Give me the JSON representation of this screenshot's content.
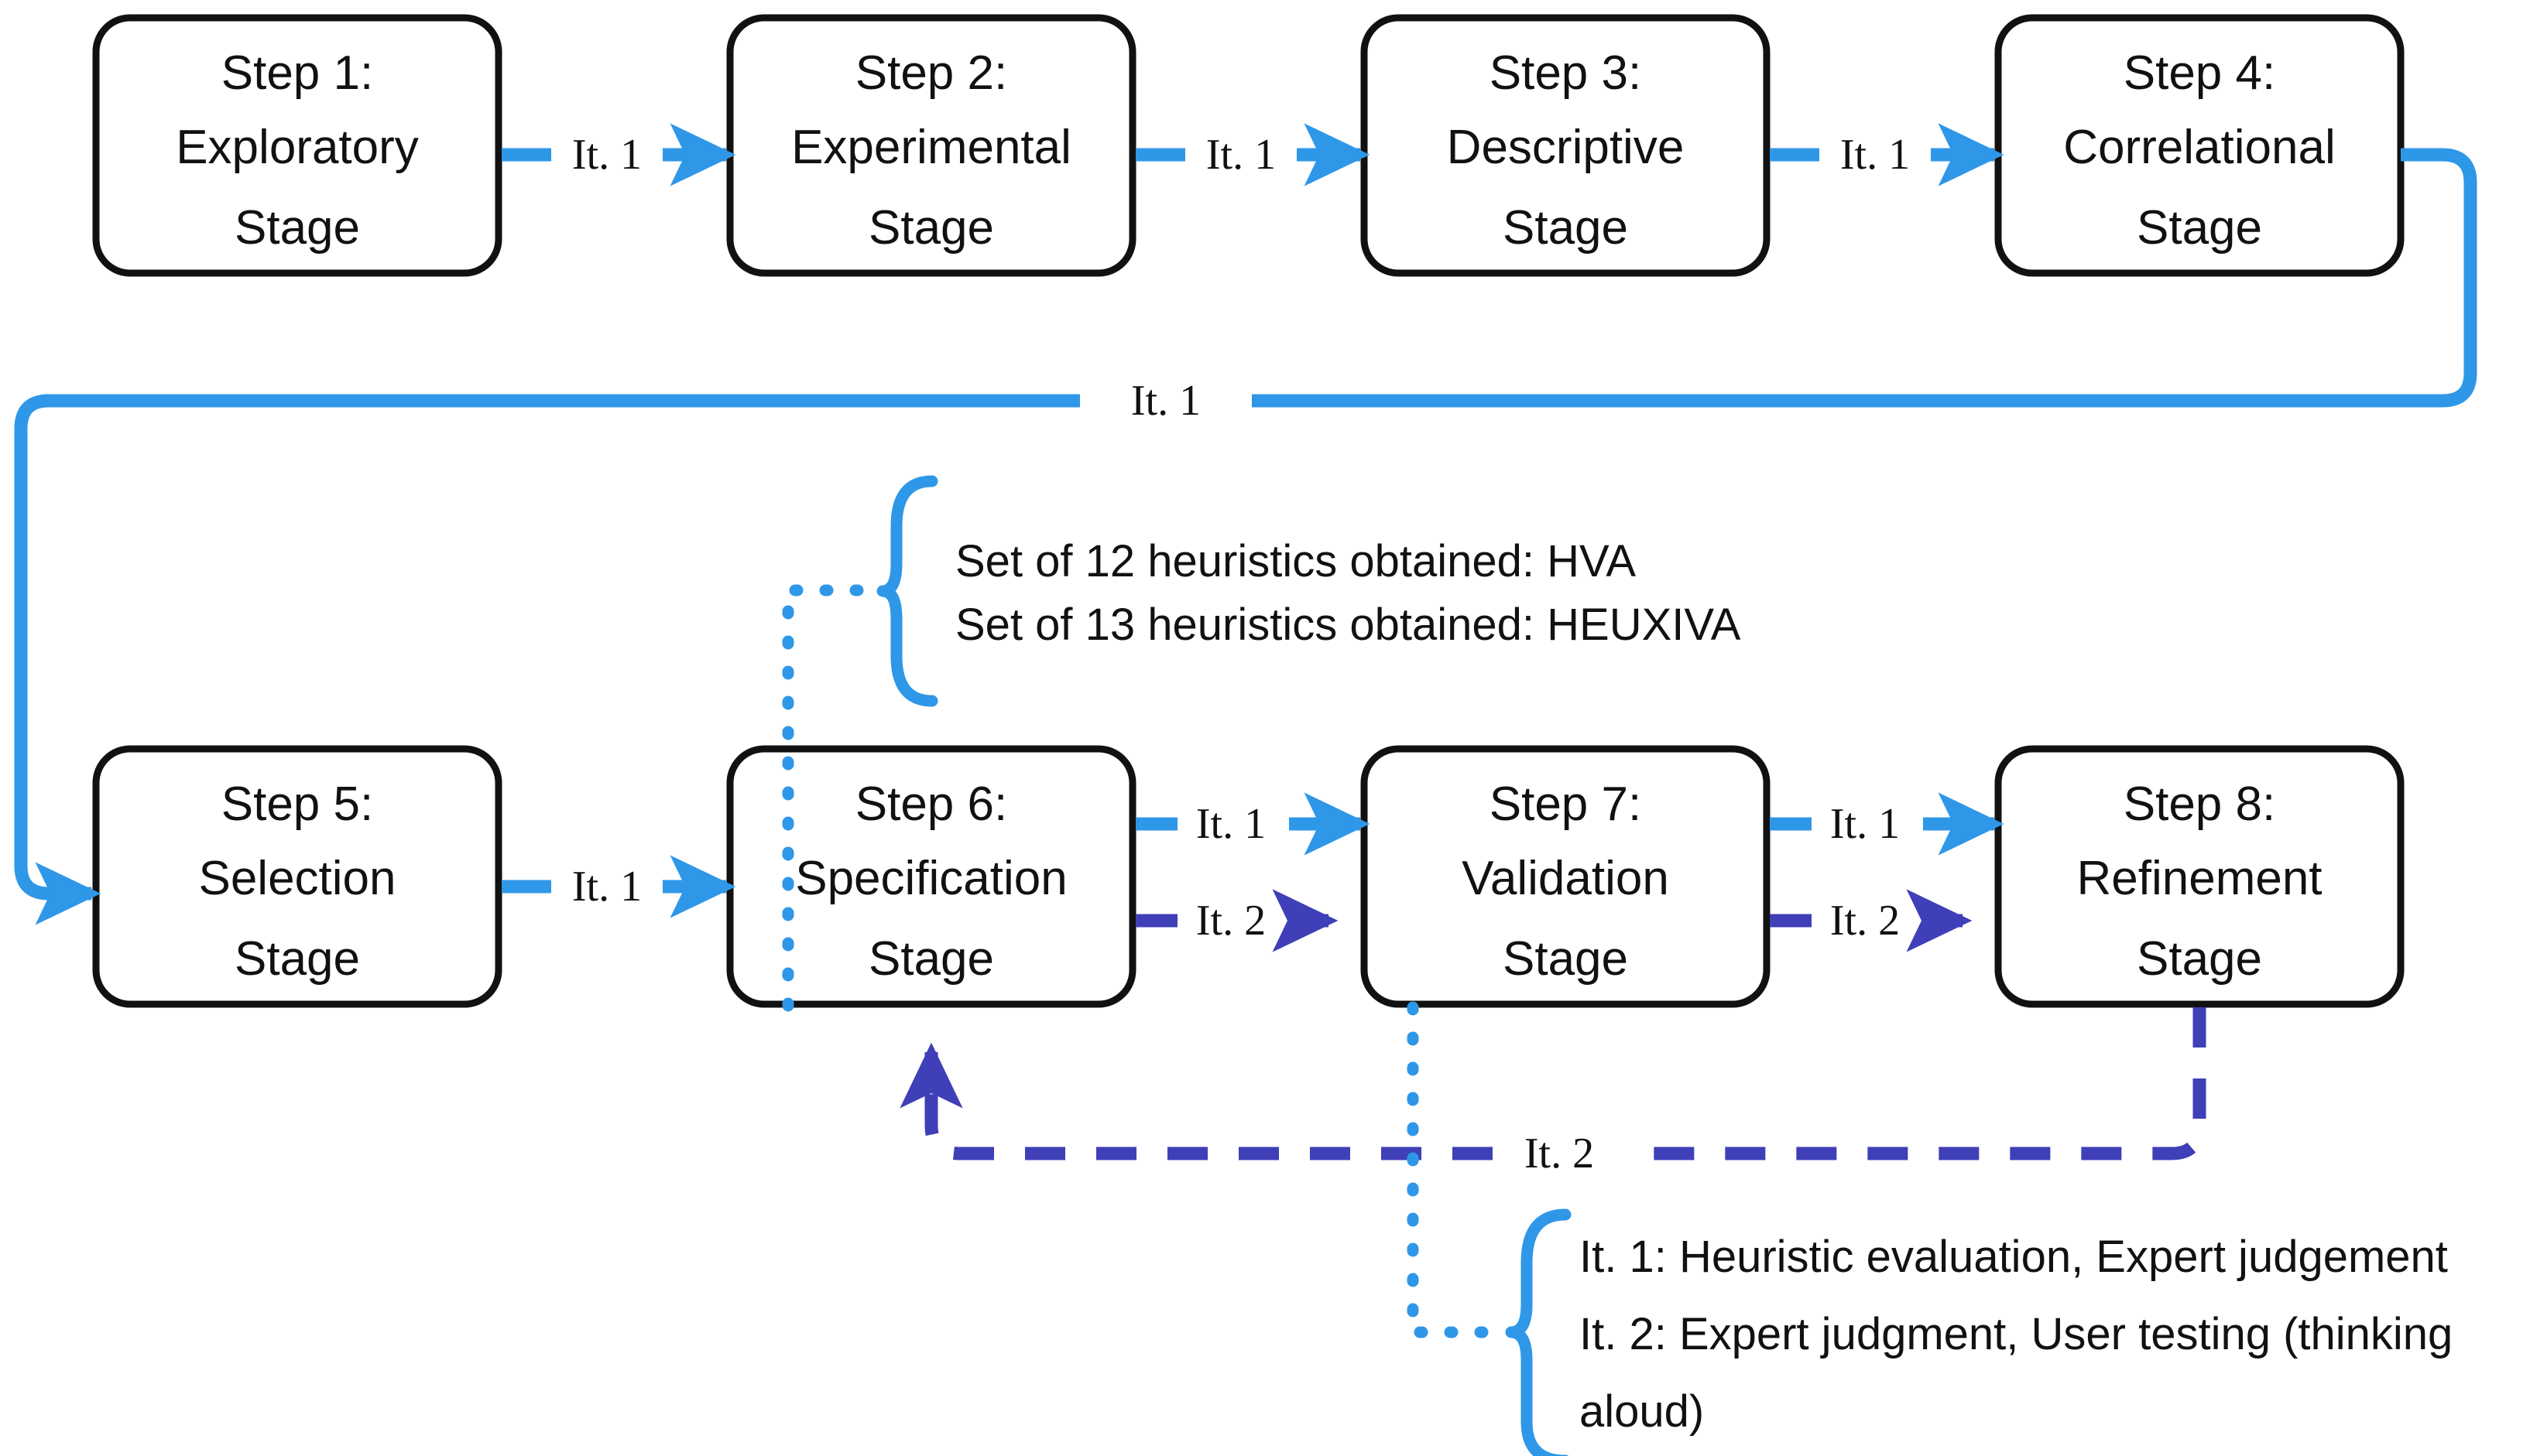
{
  "diagram": {
    "title": "Eight-step heuristic development process",
    "colors": {
      "node_stroke": "#111111",
      "node_fill": "#ffffff",
      "iteration1": "#2F97E8",
      "iteration2": "#3F3FB8",
      "text": "#111111",
      "background": "#ffffff"
    },
    "nodes": [
      {
        "id": "step1",
        "line1": "Step 1:",
        "line2": "Exploratory",
        "line3": "Stage"
      },
      {
        "id": "step2",
        "line1": "Step 2:",
        "line2": "Experimental",
        "line3": "Stage"
      },
      {
        "id": "step3",
        "line1": "Step 3:",
        "line2": "Descriptive",
        "line3": "Stage"
      },
      {
        "id": "step4",
        "line1": "Step 4:",
        "line2": "Correlational",
        "line3": "Stage"
      },
      {
        "id": "step5",
        "line1": "Step 5:",
        "line2": "Selection",
        "line3": "Stage"
      },
      {
        "id": "step6",
        "line1": "Step 6:",
        "line2": "Specification",
        "line3": "Stage"
      },
      {
        "id": "step7",
        "line1": "Step 7:",
        "line2": "Validation",
        "line3": "Stage"
      },
      {
        "id": "step8",
        "line1": "Step 8:",
        "line2": "Refinement",
        "line3": "Stage"
      }
    ],
    "edges": [
      {
        "id": "e1-2",
        "label": "It. 1",
        "iteration": 1
      },
      {
        "id": "e2-3",
        "label": "It. 1",
        "iteration": 1
      },
      {
        "id": "e3-4",
        "label": "It. 1",
        "iteration": 1
      },
      {
        "id": "e4-5",
        "label": "It. 1",
        "iteration": 1
      },
      {
        "id": "e5-6",
        "label": "It. 1",
        "iteration": 1
      },
      {
        "id": "e6-7a",
        "label": "It. 1",
        "iteration": 1
      },
      {
        "id": "e6-7b",
        "label": "It. 2",
        "iteration": 2
      },
      {
        "id": "e7-8a",
        "label": "It. 1",
        "iteration": 1
      },
      {
        "id": "e7-8b",
        "label": "It. 2",
        "iteration": 2
      },
      {
        "id": "e8-6",
        "label": "It. 2",
        "iteration": 2
      }
    ],
    "notes": [
      {
        "id": "note-heuristics",
        "anchor": "step6",
        "lines": [
          "Set of 12 heuristics obtained: HVA",
          "Set of 13 heuristics obtained: HEUXIVA"
        ]
      },
      {
        "id": "note-methods",
        "anchor": "step7",
        "lines": [
          "It. 1: Heuristic evaluation, Expert judgement",
          "It. 2: Expert judgment, User testing (thinking",
          "aloud)"
        ]
      }
    ]
  }
}
